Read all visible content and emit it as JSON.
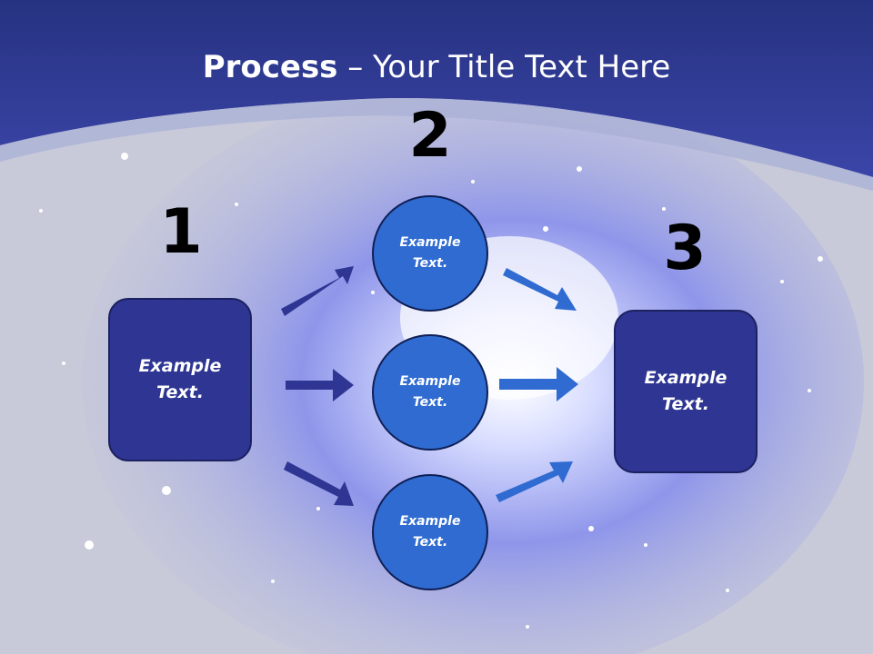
{
  "slide": {
    "title_bold": "Process",
    "title_rest": " – Your Title Text Here"
  },
  "colors": {
    "header_band": "#2e3a9e",
    "sky_light": "#f2f3fb",
    "box_fill": "#2e3592",
    "circle_fill": "#2f6bd0",
    "arrow_dark": "#2e3592",
    "arrow_light": "#2f6bd0"
  },
  "steps": [
    {
      "number": "1",
      "label": "Example Text."
    },
    {
      "number": "2",
      "label": "Example Text."
    },
    {
      "number": "3",
      "label": "Example Text."
    }
  ],
  "middle_nodes": [
    {
      "label": "Example Text."
    },
    {
      "label": "Example Text."
    },
    {
      "label": "Example Text."
    }
  ]
}
